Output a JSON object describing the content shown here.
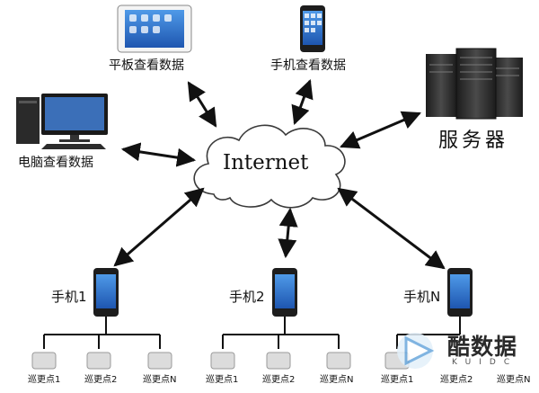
{
  "nodes": {
    "internet": "Internet",
    "tablet": "平板查看数据",
    "phone_top": "手机查看数据",
    "computer": "电脑查看数据",
    "server": "服务器",
    "phone1": "手机1",
    "phone2": "手机2",
    "phoneN": "手机N"
  },
  "groups": [
    {
      "items": [
        "巡更点1",
        "巡更点2",
        "巡更点N"
      ]
    },
    {
      "items": [
        "巡更点1",
        "巡更点2",
        "巡更点N"
      ]
    },
    {
      "items": [
        "巡更点1",
        "巡更点2",
        "巡更点N"
      ]
    }
  ],
  "watermark": {
    "text": "酷数据",
    "sub": "KUIDC"
  },
  "colors": {
    "arrow": "#111111",
    "screen": "#2f78d6",
    "server": "#2b2b2b",
    "reader": "#dcdcdc"
  }
}
